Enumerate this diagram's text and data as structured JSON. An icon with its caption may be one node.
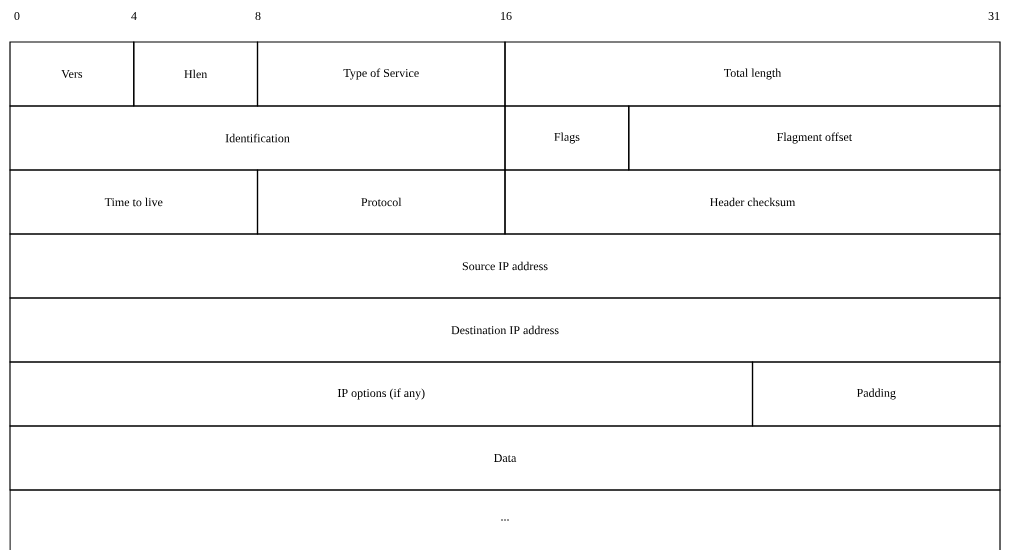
{
  "diagram": {
    "nodes": [
      {
        "text": [
          "Vers"
        ]
      },
      {
        "text": [
          "Hlen"
        ]
      },
      {
        "text": [
          "Type of Service"
        ]
      },
      {
        "text": [
          "Total length"
        ]
      },
      {
        "text": [
          "Identification"
        ]
      },
      {
        "text": [
          "Flags"
        ]
      },
      {
        "text": [
          "Flagment offset"
        ]
      },
      {
        "text": [
          "Time to live"
        ]
      },
      {
        "text": [
          "Protocol"
        ]
      },
      {
        "text": [
          "Header checksum"
        ]
      },
      {
        "text": [
          "Source IP address"
        ]
      },
      {
        "text": [
          "Destination IP address"
        ]
      },
      {
        "text": [
          "IP options (if any)"
        ]
      },
      {
        "text": [
          "Padding"
        ]
      },
      {
        "text": [
          "Data"
        ]
      },
      {
        "text": [
          "..."
        ]
      }
    ],
    "labels": [
      "0",
      "4",
      "8",
      "16",
      "31"
    ]
  }
}
